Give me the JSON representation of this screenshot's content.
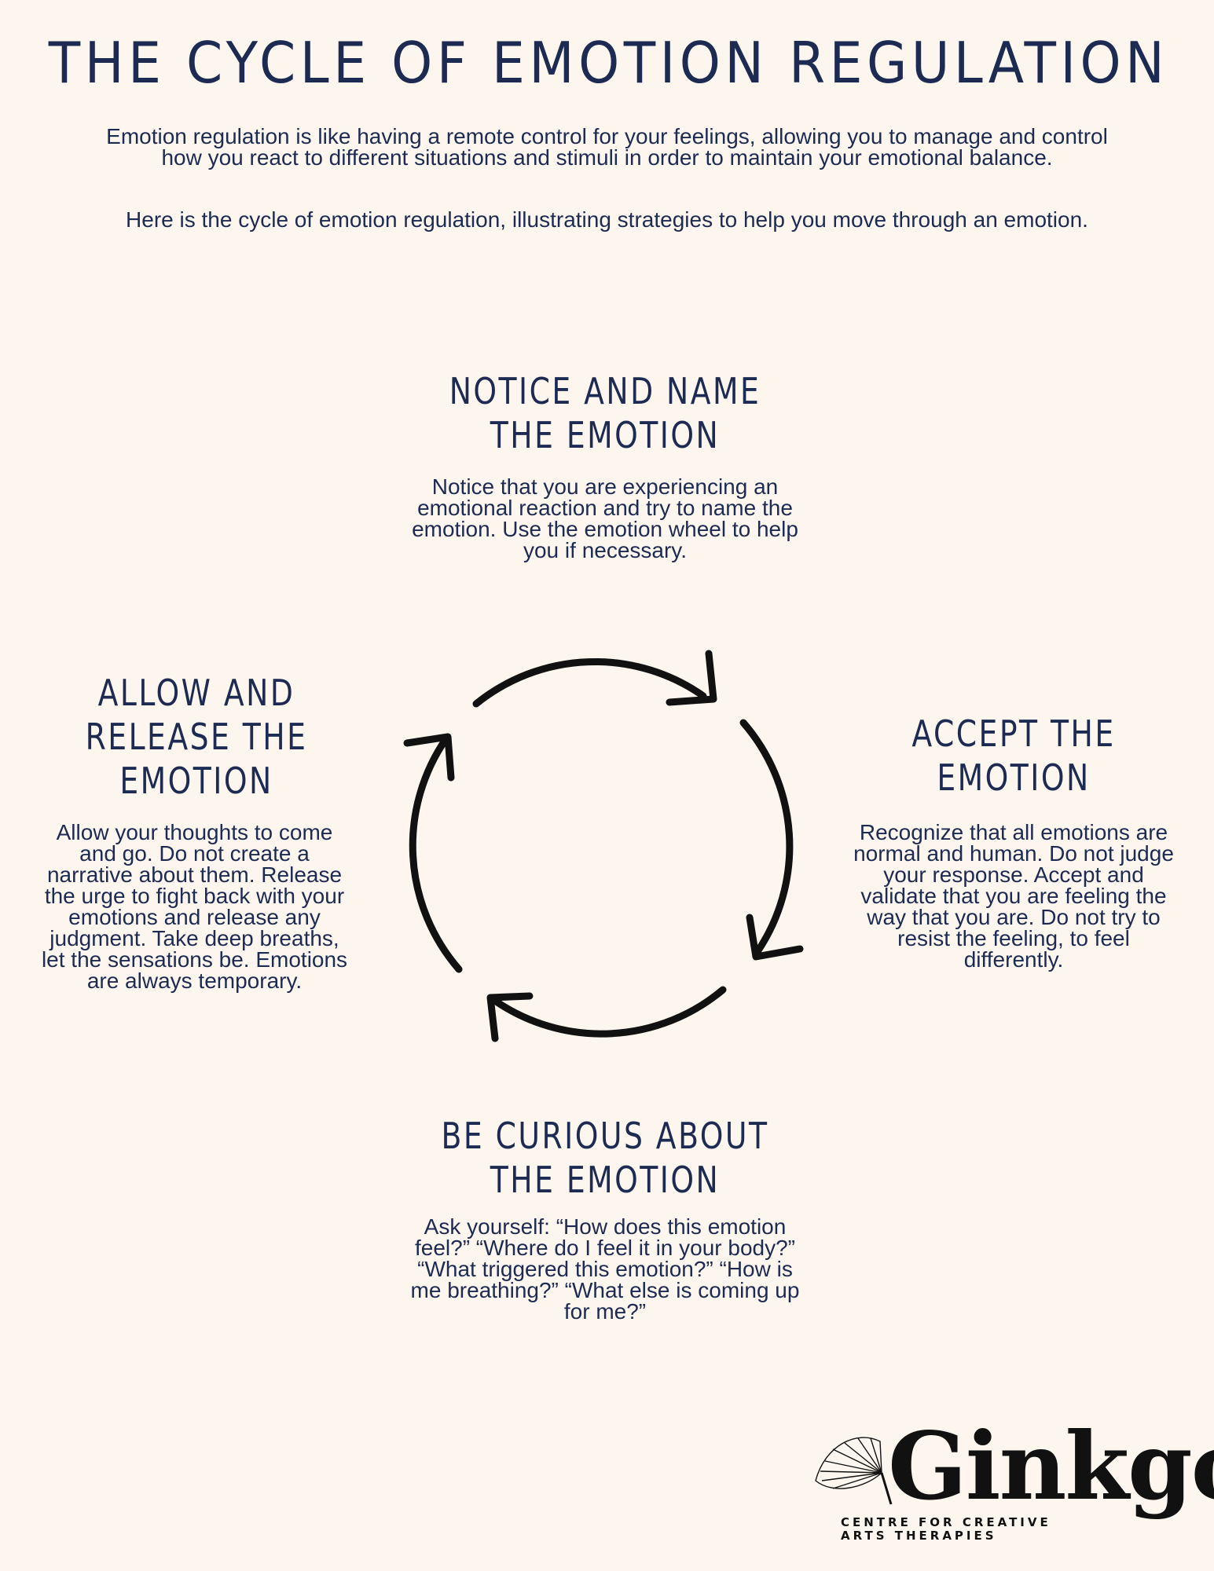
{
  "header": {
    "title": "THE CYCLE OF EMOTION REGULATION",
    "intro_1": "Emotion regulation is like having a remote control for your feelings, allowing you to manage and control how you react to different situations and stimuli in order to maintain your emotional balance.",
    "intro_2": "Here is the cycle of emotion regulation, illustrating strategies to help you move through an emotion."
  },
  "stages": {
    "notice": {
      "title": "NOTICE AND NAME THE EMOTION",
      "body": "Notice that you are experiencing an emotional reaction and try to name the emotion. Use the emotion wheel to help you if necessary."
    },
    "accept": {
      "title": "ACCEPT THE EMOTION",
      "body": "Recognize that all emotions are normal and human. Do not judge your response. Accept and validate that you are feeling the way that you are. Do not try to resist the feeling, to feel differently."
    },
    "curious": {
      "title": "BE CURIOUS ABOUT THE EMOTION",
      "body": "Ask yourself: “How does this emotion feel?” “Where do I feel it in your body?” “What triggered this emotion?” “How is me breathing?” “What else is coming up for me?”"
    },
    "allow": {
      "title": "ALLOW AND RELEASE THE EMOTION",
      "body": "Allow your thoughts to come and go. Do not create a narrative about them. Release the urge to fight back with your emotions and release any judgment. Take deep breaths, let the sensations be. Emotions are always temporary."
    }
  },
  "logo": {
    "name": "Ginkgo",
    "tagline": "CENTRE FOR CREATIVE ARTS THERAPIES"
  },
  "colors": {
    "background": "#fcf6ef",
    "text": "#1d2a52",
    "arrows": "#111111"
  },
  "icons": {
    "cycle": "circular-arrows-icon",
    "logo_leaf": "ginkgo-leaf-icon"
  }
}
